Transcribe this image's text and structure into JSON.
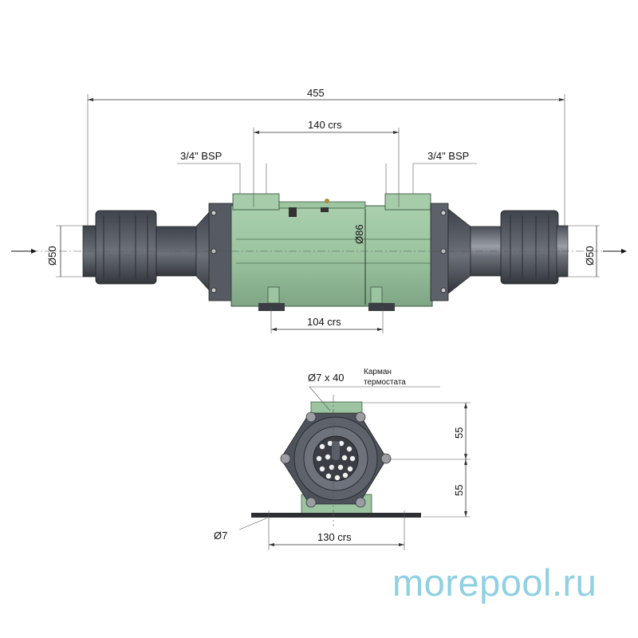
{
  "side_view": {
    "overall_length": "455",
    "inlet_spacing": "140 crs",
    "foot_spacing": "104 crs",
    "port_left": "3/4\" BSP",
    "port_right": "3/4\" BSP",
    "diameter_left": "Ø50",
    "diameter_right": "Ø50",
    "body_diameter": "Ø86"
  },
  "end_view": {
    "pocket_size": "Ø7 x 40",
    "pocket_label_line1": "Карман",
    "pocket_label_line2": "термостата",
    "height_upper": "55",
    "height_lower": "55",
    "base_spacing": "130 crs",
    "hole_diameter": "Ø7"
  },
  "watermark": "morepool.ru",
  "colors": {
    "body": "#9cc4a0",
    "plastic": "#4a4f58",
    "watermark": "#8fd0e2"
  }
}
